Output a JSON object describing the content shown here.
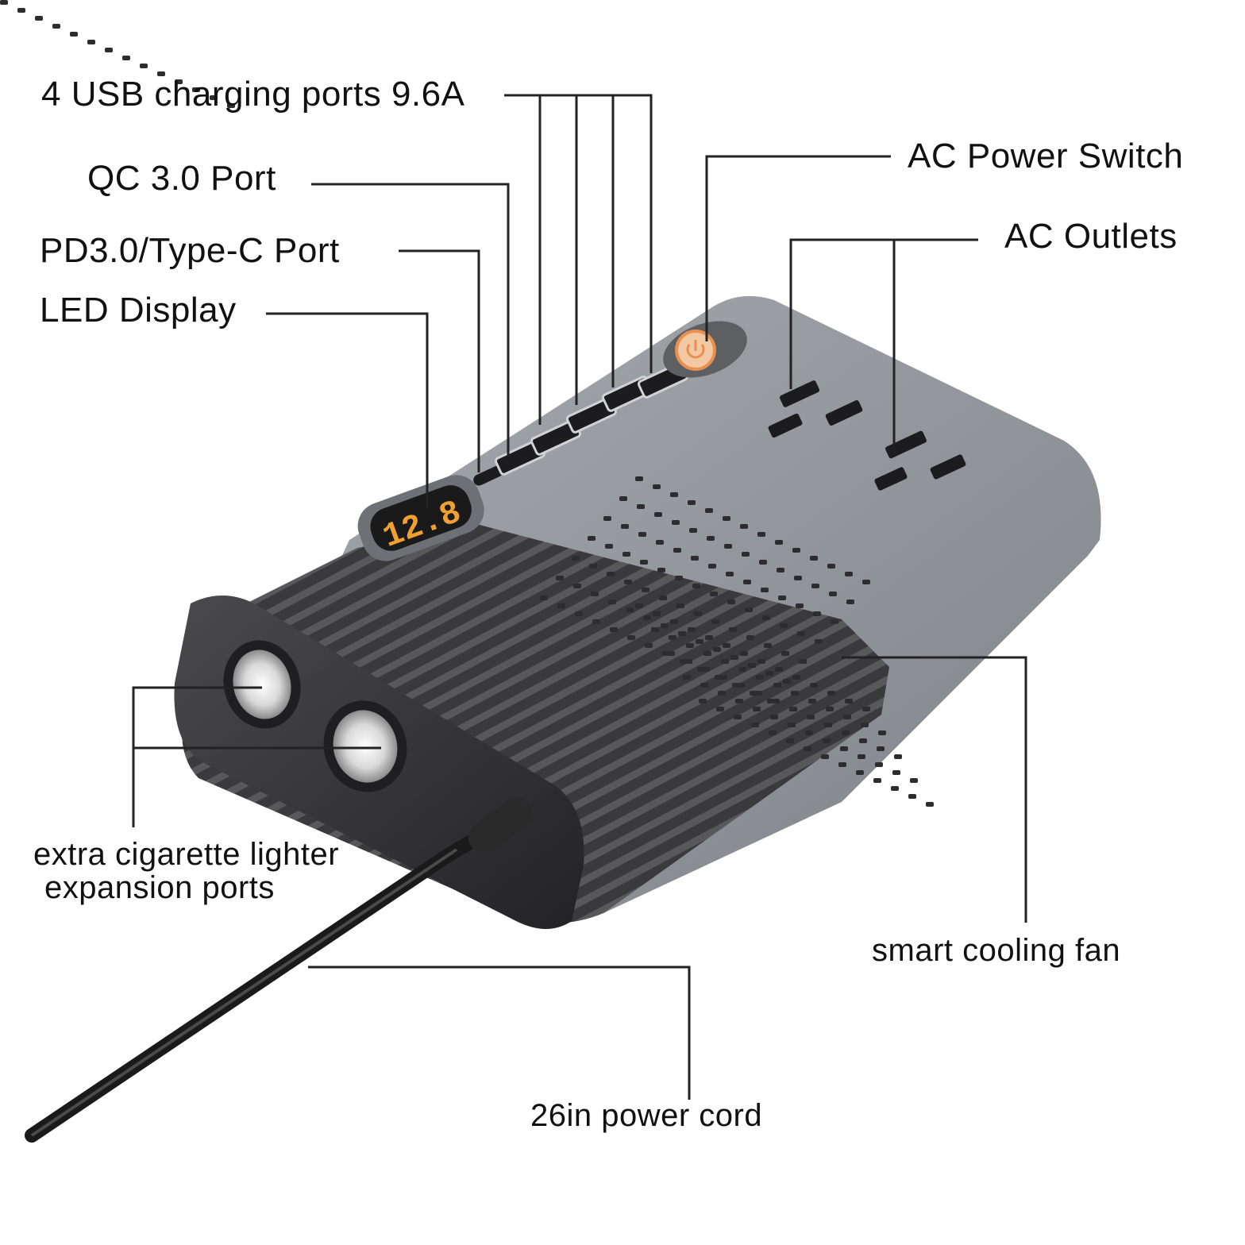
{
  "labels": {
    "usb": "4 USB charging ports 9.6A",
    "qc": "QC 3.0 Port",
    "pd": "PD3.0/Type-C Port",
    "led": "LED Display",
    "ac_switch": "AC Power Switch",
    "ac_outlets": "AC Outlets",
    "lighter_line1": "extra cigarette lighter",
    "lighter_line2": "expansion ports",
    "fan": "smart cooling fan",
    "cord": "26in power cord"
  },
  "display": {
    "reading": "12.8"
  },
  "colors": {
    "body_dark": "#3c3c3e",
    "body_gray": "#8e9196",
    "display_digits": "#f0a030",
    "switch_ring": "#f2a86a",
    "leader_line": "#222222"
  },
  "icons": [
    "power-icon"
  ]
}
